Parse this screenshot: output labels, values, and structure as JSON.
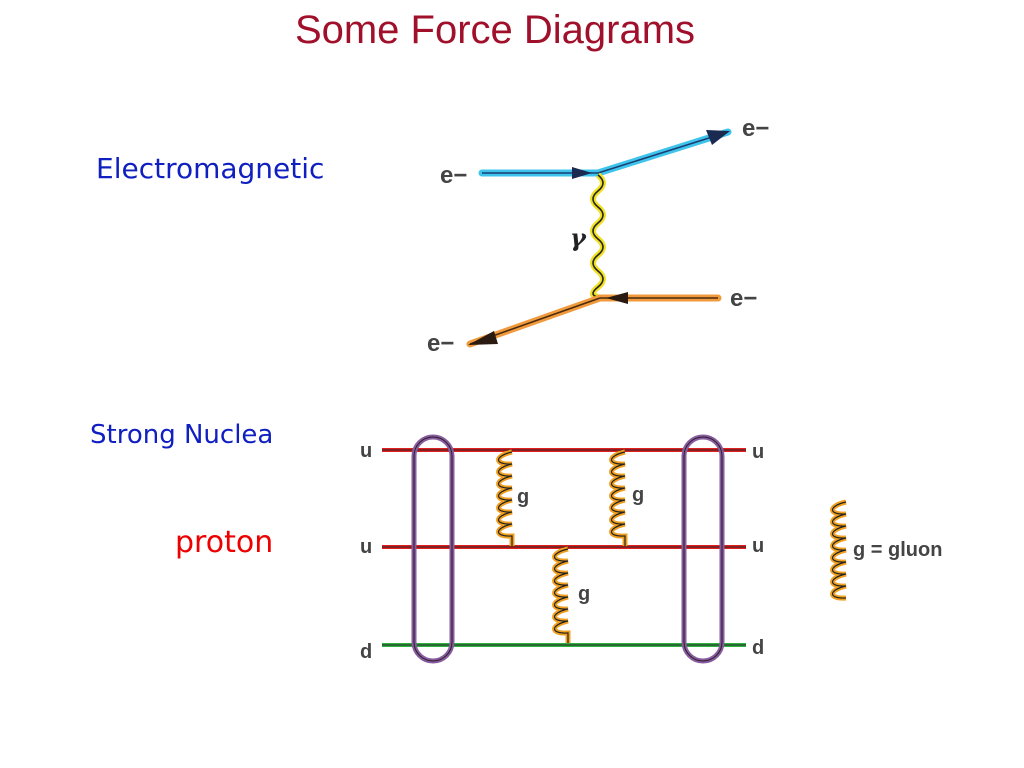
{
  "title": "Some Force Diagrams",
  "labels": {
    "electromagnetic": "Electromagnetic",
    "strong": "Strong Nuclea",
    "proton": "proton"
  },
  "em_diagram": {
    "particles": {
      "in_top": "e−",
      "out_top": "e−",
      "in_bottom": "e−",
      "out_bottom": "e−"
    },
    "boson": "γ",
    "colors": {
      "top_line": "#3ec4ec",
      "bottom_line": "#f09a3c",
      "photon": "#f0e020"
    }
  },
  "strong_diagram": {
    "quarks_left": [
      "u",
      "u",
      "d"
    ],
    "quarks_right": [
      "u",
      "u",
      "d"
    ],
    "gluon_labels": [
      "g",
      "g",
      "g"
    ],
    "legend": "g = gluon",
    "colors": {
      "u_line": "#e02020",
      "d_line": "#30b040",
      "gluon": "#f0a020",
      "bracket": "#8a5aa0"
    }
  }
}
